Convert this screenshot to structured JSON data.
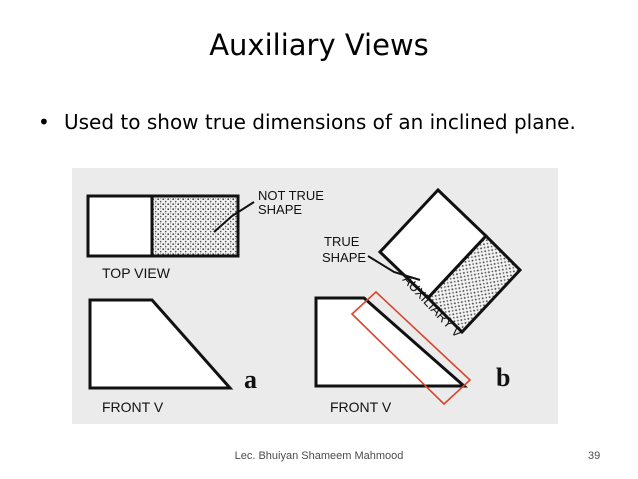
{
  "slide": {
    "title": "Auxiliary Views",
    "bullet": "Used to show true dimensions of an inclined plane."
  },
  "figure": {
    "not_true_line1": "NOT TRUE",
    "not_true_line2": "SHAPE",
    "true_line1": "TRUE",
    "true_line2": "SHAPE",
    "top_view": "TOP VIEW",
    "front_v_a": "FRONT V",
    "front_v_b": "FRONT V",
    "auxiliary": "AUXILIARY V",
    "label_a": "a",
    "label_b": "b",
    "highlight_color": "#d8452a"
  },
  "footer": {
    "author": "Lec. Bhuiyan Shameem Mahmood",
    "page": "39"
  }
}
